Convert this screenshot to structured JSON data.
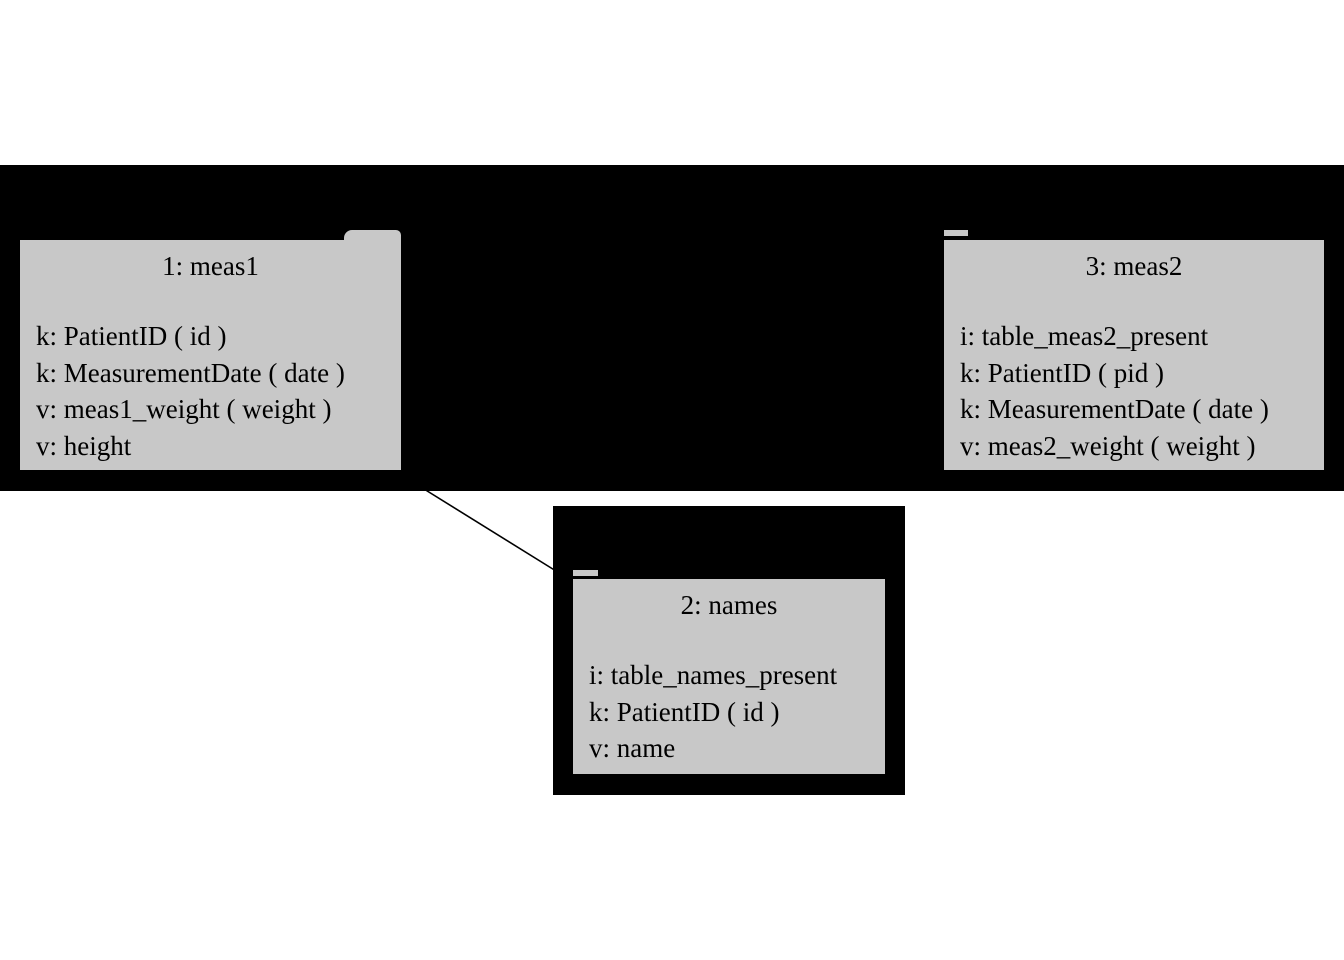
{
  "diagram": {
    "nodes": [
      {
        "id": "meas1",
        "title": "1: meas1",
        "fields": [
          "k: PatientID ( id )",
          "k: MeasurementDate ( date )",
          "v: meas1_weight ( weight )",
          "v: height"
        ]
      },
      {
        "id": "names",
        "title": "2: names",
        "fields": [
          "i: table_names_present",
          "k: PatientID ( id )",
          "v: name"
        ]
      },
      {
        "id": "meas2",
        "title": "3: meas2",
        "fields": [
          "i: table_meas2_present",
          "k: PatientID ( pid )",
          "k: MeasurementDate ( date )",
          "v: meas2_weight ( weight )"
        ]
      }
    ],
    "edges": [
      {
        "from": "meas1",
        "to": "names"
      }
    ],
    "colors": {
      "background": "#ffffff",
      "cluster_fill": "#000000",
      "node_fill": "#c8c8c8",
      "text": "#000000",
      "edge": "#000000"
    }
  }
}
